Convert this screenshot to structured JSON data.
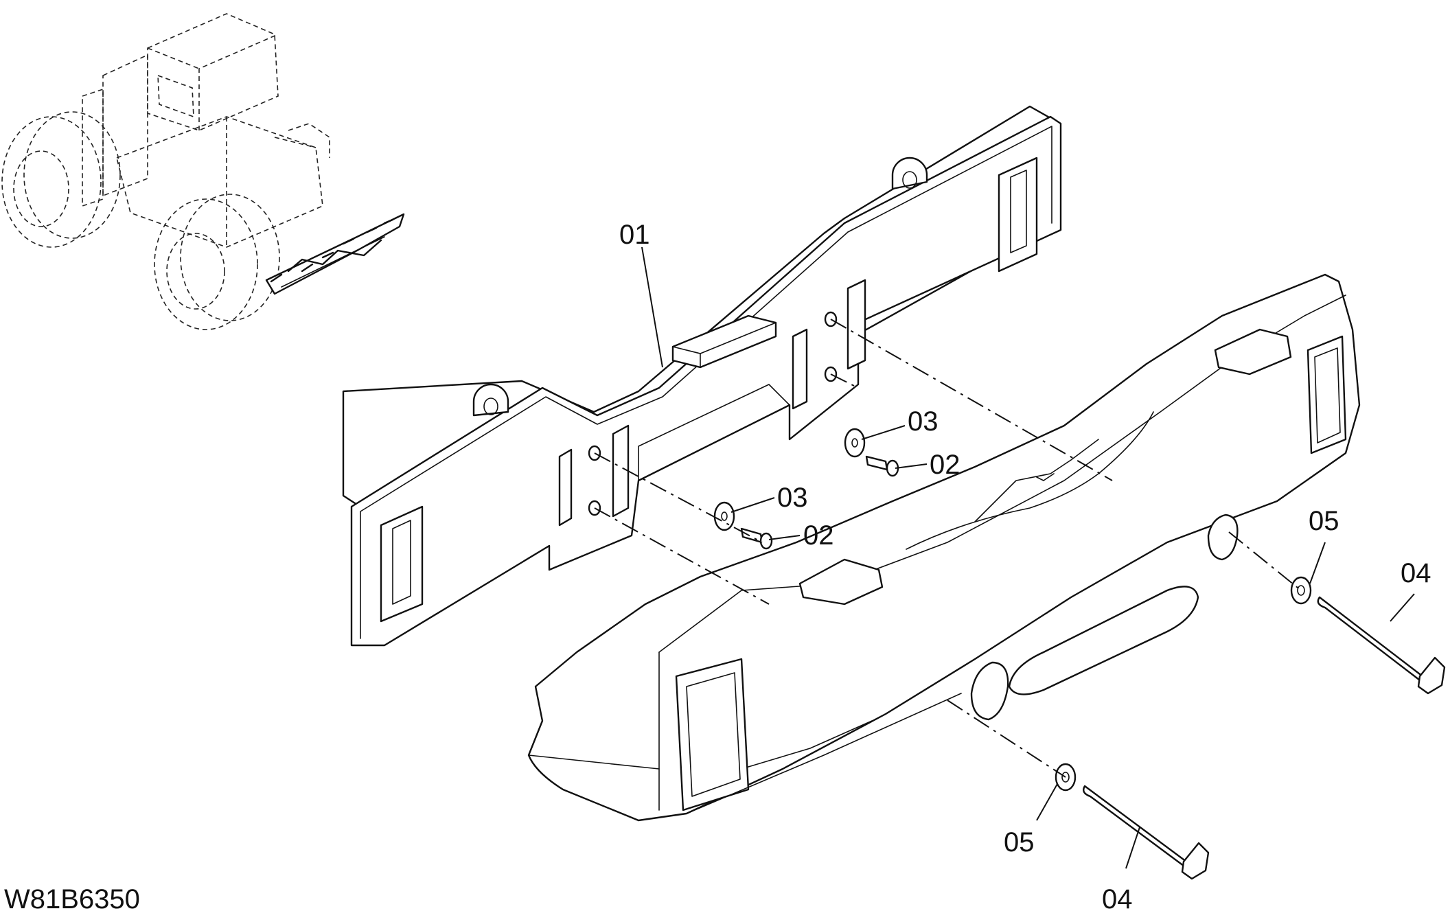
{
  "drawing": {
    "code": "W81B6350"
  },
  "callouts": {
    "c01": "01",
    "c02_upper": "02",
    "c02_lower": "02",
    "c03_upper": "03",
    "c03_lower": "03",
    "c04_right": "04",
    "c04_bottom": "04",
    "c05_right": "05",
    "c05_bottom": "05"
  },
  "parts": [
    {
      "no": "01",
      "name": "bracket"
    },
    {
      "no": "02",
      "name": "bolt"
    },
    {
      "no": "03",
      "name": "washer"
    },
    {
      "no": "04",
      "name": "bolt"
    },
    {
      "no": "05",
      "name": "washer"
    }
  ]
}
